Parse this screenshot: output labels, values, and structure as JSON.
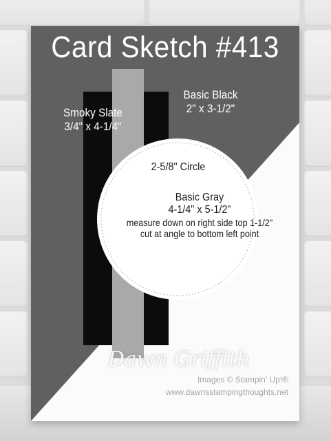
{
  "title": "Card Sketch #413",
  "labels": {
    "smoky_slate": {
      "name": "Smoky Slate",
      "size": "3/4\" x 4-1/4\""
    },
    "basic_black": {
      "name": "Basic Black",
      "size": "2\" x 3-1/2\""
    },
    "circle": {
      "size": "2-5/8\" Circle"
    },
    "basic_gray": {
      "name": "Basic Gray",
      "size": "4-1/4\" x 5-1/2\"",
      "note1": "measure down on right side top 1-1/2\"",
      "note2": "cut at angle to bottom left point"
    }
  },
  "watermark": {
    "signature": "Dawn Griffith",
    "copyright": "Images © Stampin' Up!®",
    "website": "www.dawnsstampingthoughts.net"
  },
  "colors": {
    "basic_gray": "#5e6061",
    "basic_black": "#0c0c0c",
    "smoky_slate": "#a7a9ab",
    "circle": "#ffffff",
    "card_base": "#fbfbf9"
  }
}
